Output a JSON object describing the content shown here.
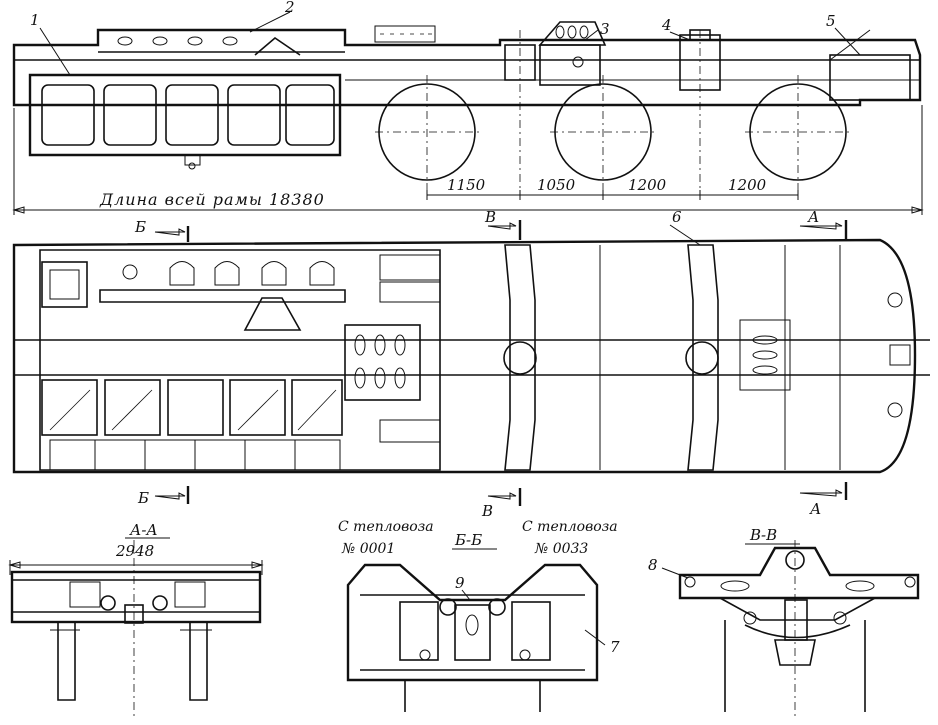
{
  "overall_length_label": "Длина всей рамы 18380",
  "wheel_spacings": [
    "1150",
    "1050",
    "1200",
    "1200"
  ],
  "callouts": [
    "1",
    "2",
    "3",
    "4",
    "5",
    "6",
    "7",
    "8",
    "9"
  ],
  "plan_section_marks": {
    "b_top": "Б",
    "b_bottom": "Б",
    "v_top": "В",
    "v_bottom": "В",
    "a_top": "А",
    "a_bottom": "А"
  },
  "section_aa": {
    "title": "А-А",
    "width": "2948"
  },
  "section_bb": {
    "title": "Б-Б",
    "left_note_line1": "С тепловоза",
    "left_note_line2": "№ 0001",
    "right_note_line1": "С тепловоза",
    "right_note_line2": "№ 0033"
  },
  "section_vv": {
    "title": "В-В"
  }
}
